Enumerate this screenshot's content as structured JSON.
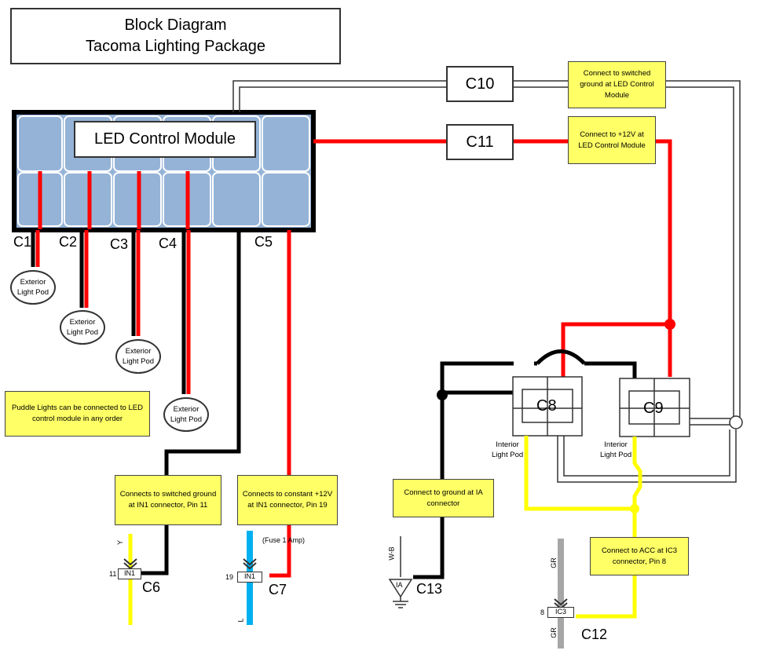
{
  "title": {
    "line1": "Block Diagram",
    "line2": "Tacoma Lighting Package"
  },
  "module": {
    "label": "LED Control Module"
  },
  "connectors": {
    "c1": "C1",
    "c2": "C2",
    "c3": "C3",
    "c4": "C4",
    "c5": "C5",
    "c6": "C6",
    "c7": "C7",
    "c8": "C8",
    "c9": "C9",
    "c10": "C10",
    "c11": "C11",
    "c12": "C12",
    "c13": "C13"
  },
  "pods": {
    "exterior_line1": "Exterior",
    "exterior_line2": "Light Pod",
    "interior_line1": "Interior",
    "interior_line2": "Light Pod"
  },
  "notes": {
    "c10_note": "Connect to switched ground at LED Control Module",
    "c11_note": "Connect to +12V at LED Control Module",
    "puddle_note": "Puddle Lights can be connected to LED control module in any order",
    "c6_note": "Connects to switched ground at IN1 connector, Pin 11",
    "c7_note": "Connects to constant +12V at IN1 connector, Pin 19",
    "c13_note": "Connect to ground at IA connector",
    "c12_note": "Connect to ACC at IC3 connector, Pin 8",
    "fuse": "(Fuse 1 Amp)"
  },
  "terminals": {
    "in1": "IN1",
    "ic3": "IC3",
    "ia": "IA",
    "pin_11": "11",
    "pin_19": "19",
    "pin_8": "8",
    "wire_y": "Y",
    "wire_l": "L",
    "wire_wb": "W-B",
    "wire_gr_top": "GR",
    "wire_gr_bottom": "GR"
  },
  "colors": {
    "module_fill": "#95b3d7",
    "note_fill": "#ffff66",
    "red_wire": "#ff0000",
    "yellow_wire": "#ffff00",
    "blue_wire": "#00b0f0",
    "gray_wire": "#a6a6a6"
  }
}
